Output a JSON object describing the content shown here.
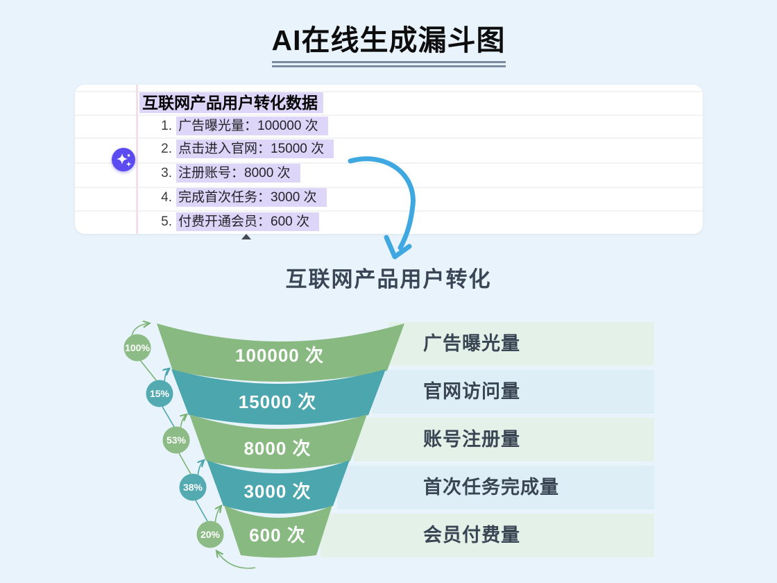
{
  "page": {
    "title": "AI在线生成漏斗图"
  },
  "editor_card": {
    "heading": "互联网产品用户转化数据",
    "items": [
      {
        "num": "1.",
        "text": "广告曝光量：100000 次"
      },
      {
        "num": "2.",
        "text": "点击进入官网：15000 次"
      },
      {
        "num": "3.",
        "text": "注册账号：8000 次"
      },
      {
        "num": "4.",
        "text": "完成首次任务：3000 次"
      },
      {
        "num": "5.",
        "text": "付费开通会员：600 次"
      }
    ]
  },
  "funnel": {
    "title": "互联网产品用户转化",
    "rows": [
      {
        "percent": "100%",
        "value": "100000 次",
        "label": "广告曝光量"
      },
      {
        "percent": "15%",
        "value": "15000 次",
        "label": "官网访问量"
      },
      {
        "percent": "53%",
        "value": "8000 次",
        "label": "账号注册量"
      },
      {
        "percent": "38%",
        "value": "3000 次",
        "label": "首次任务完成量"
      },
      {
        "percent": "20%",
        "value": "600 次",
        "label": "会员付费量"
      }
    ]
  },
  "chart_data": {
    "type": "funnel",
    "title": "互联网产品用户转化",
    "stages": [
      "广告曝光量",
      "官网访问量",
      "账号注册量",
      "首次任务完成量",
      "会员付费量"
    ],
    "values": [
      100000,
      15000,
      8000,
      3000,
      600
    ],
    "value_labels": [
      "100000 次",
      "15000 次",
      "8000 次",
      "3000 次",
      "600 次"
    ],
    "conversion_rates": [
      "100%",
      "15%",
      "53%",
      "38%",
      "20%"
    ],
    "unit": "次",
    "labels_position": "right"
  },
  "colors": {
    "segment_green": "#87b981",
    "segment_teal": "#4ba6ad",
    "band_green": "#e4f1e9",
    "band_blue": "#ddeef7",
    "background": "#e9f3fb",
    "text_highlight": "#ddd6f9",
    "ai_icon_purple": "#5b4bf0",
    "arrow_blue": "#3fa8e0",
    "heading_dark": "#3a4656"
  }
}
